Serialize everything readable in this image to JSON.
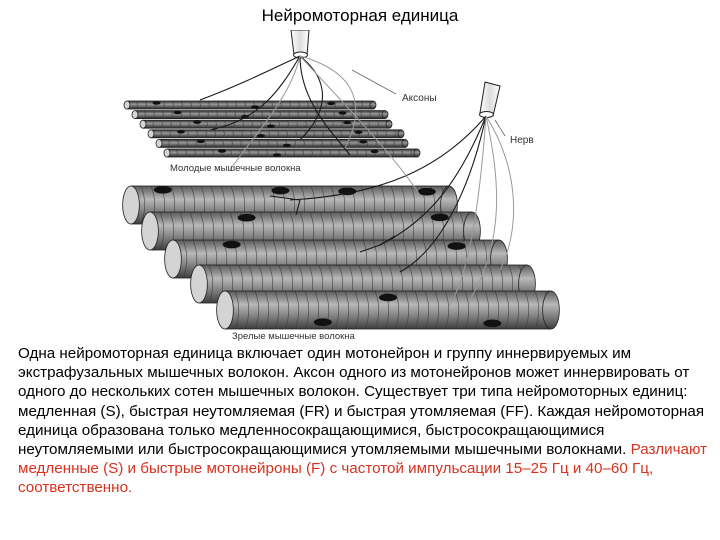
{
  "slide": {
    "title": "Нейромоторная единица"
  },
  "figure": {
    "labels": {
      "axons": "Аксоны",
      "nerve": "Нерв",
      "young_fibers": "Молодые мышечные волокна",
      "mature_fibers": "Зрелые мышечные волокна"
    }
  },
  "body": {
    "text_main": "Одна нейромоторная единица включает один мотонейрон и группу иннервируемых им экстрафузальных мышечных волокон. Аксон одного из мотонейронов может иннервировать от одного до нескольких сотен мышечных волокон. Существует три типа нейромоторных единиц: медленная (S), быстрая неутомляемая (FR) и быстрая утомляемая (FF). Каждая нейромоторная единица образована только медленносокращающимися, быстросокращающимися неутомляемыми или быстросокращающимися утомляемыми мышечными волокнами.",
    "text_highlight": "Различают медленные (S) и быстрые мотонейроны (F) с частотой импульсации 15–25 Гц и 40–60 Гц, соответственно."
  },
  "colors": {
    "highlight": "#d8321e",
    "fiber_fill": "#8a8a8a",
    "fiber_dark": "#2a2a2a"
  }
}
